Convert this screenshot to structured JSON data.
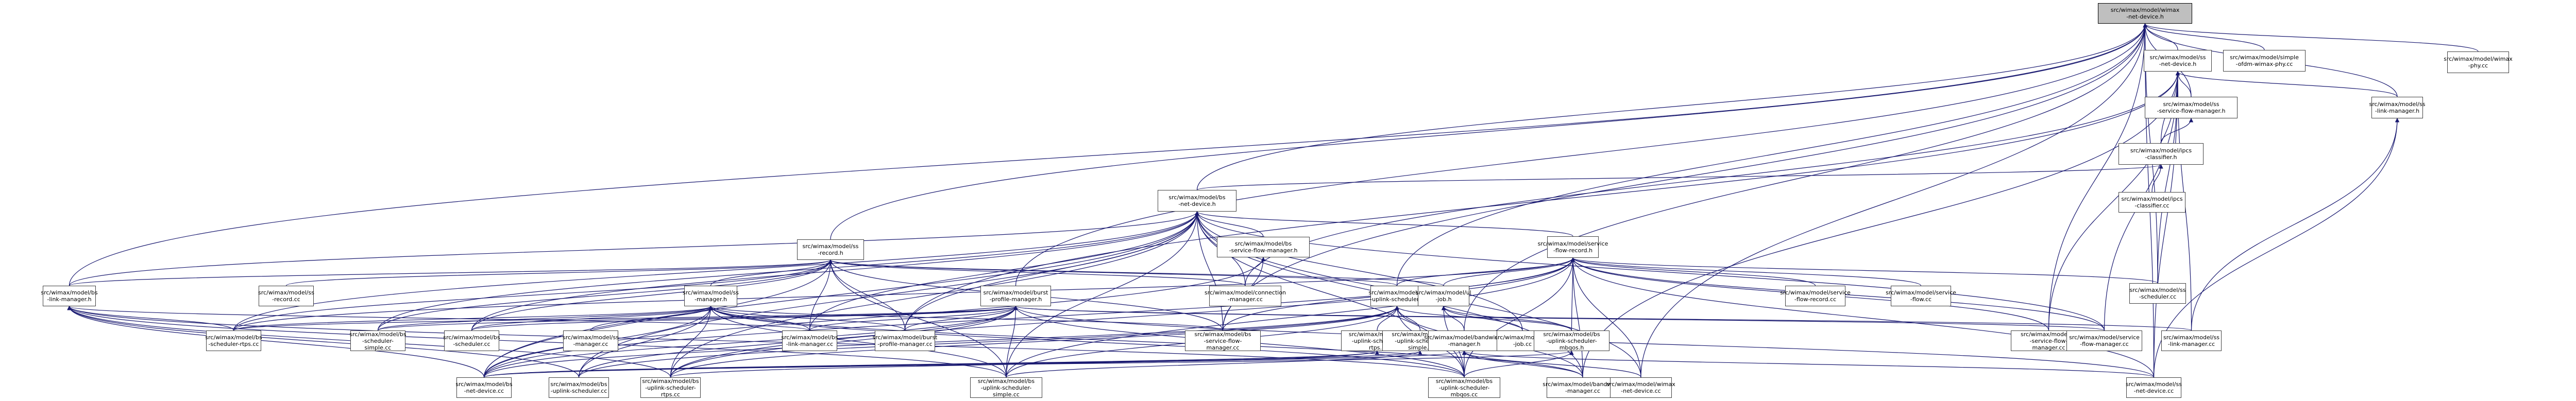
{
  "graph": {
    "title": "Include dependency graph for src/wimax/model/wimax-net-device.h",
    "edge_color": "#191970",
    "root_fill": "#bfbfbf",
    "nodes": [
      {
        "id": "root",
        "label": "src/wimax/model/wimax\n-net-device.h",
        "root": true
      },
      {
        "id": "ssnd_h",
        "label": "src/wimax/model/ss\n-net-device.h"
      },
      {
        "id": "simple_phy",
        "label": "src/wimax/model/simple\n-ofdm-wimax-phy.cc"
      },
      {
        "id": "wimax_phy",
        "label": "src/wimax/model/wimax\n-phy.cc"
      },
      {
        "id": "ss_sfm_h",
        "label": "src/wimax/model/ss\n-service-flow-manager.h"
      },
      {
        "id": "ss_lm_h",
        "label": "src/wimax/model/ss\n-link-manager.h"
      },
      {
        "id": "ipcs_h",
        "label": "src/wimax/model/ipcs\n-classifier.h"
      },
      {
        "id": "ipcs_cc",
        "label": "src/wimax/model/ipcs\n-classifier.cc"
      },
      {
        "id": "bsnd_h",
        "label": "src/wimax/model/bs\n-net-device.h"
      },
      {
        "id": "bs_sfm_h",
        "label": "src/wimax/model/bs\n-service-flow-manager.h"
      },
      {
        "id": "ss_record_h",
        "label": "src/wimax/model/ss\n-record.h"
      },
      {
        "id": "sfr_h",
        "label": "src/wimax/model/service\n-flow-record.h"
      },
      {
        "id": "bs_lm_h",
        "label": "src/wimax/model/bs\n-link-manager.h"
      },
      {
        "id": "ss_record_cc",
        "label": "src/wimax/model/ss\n-record.cc"
      },
      {
        "id": "ss_manager_h",
        "label": "src/wimax/model/ss\n-manager.h"
      },
      {
        "id": "bpm_h",
        "label": "src/wimax/model/burst\n-profile-manager.h"
      },
      {
        "id": "conn_mgr_cc",
        "label": "src/wimax/model/connection\n-manager.cc"
      },
      {
        "id": "bs_us_h",
        "label": "src/wimax/model/bs\n-uplink-scheduler.h"
      },
      {
        "id": "ul_job_h",
        "label": "src/wimax/model/ul\n-job.h"
      },
      {
        "id": "sfr_cc",
        "label": "src/wimax/model/service\n-flow-record.cc"
      },
      {
        "id": "sf_cc",
        "label": "src/wimax/model/service\n-flow.cc"
      },
      {
        "id": "ss_sched_cc",
        "label": "src/wimax/model/ss\n-scheduler.cc"
      },
      {
        "id": "bs_sched_rtps_cc",
        "label": "src/wimax/model/bs\n-scheduler-rtps.cc"
      },
      {
        "id": "bs_sched_simple_cc",
        "label": "src/wimax/model/bs\n-scheduler-simple.cc"
      },
      {
        "id": "bs_sched_cc",
        "label": "src/wimax/model/bs\n-scheduler.cc"
      },
      {
        "id": "ss_manager_cc",
        "label": "src/wimax/model/ss\n-manager.cc"
      },
      {
        "id": "bs_lm_cc",
        "label": "src/wimax/model/bs\n-link-manager.cc"
      },
      {
        "id": "bpm_cc",
        "label": "src/wimax/model/burst\n-profile-manager.cc"
      },
      {
        "id": "bs_sfm_cc",
        "label": "src/wimax/model/bs\n-service-flow-manager.cc"
      },
      {
        "id": "bs_us_rtps_h",
        "label": "src/wimax/model/bs\n-uplink-scheduler-rtps.h"
      },
      {
        "id": "bs_us_simple_h",
        "label": "src/wimax/model/bs\n-uplink-scheduler-simple.h"
      },
      {
        "id": "bw_mgr_h",
        "label": "src/wimax/model/bandwidth\n-manager.h"
      },
      {
        "id": "ul_job_cc",
        "label": "src/wimax/model/ul\n-job.cc"
      },
      {
        "id": "bs_us_mbqos_h",
        "label": "src/wimax/model/bs\n-uplink-scheduler-mbqos.h"
      },
      {
        "id": "ss_sfm_cc",
        "label": "src/wimax/model/ss\n-service-flow-manager.cc"
      },
      {
        "id": "sfm_cc",
        "label": "src/wimax/model/service\n-flow-manager.cc"
      },
      {
        "id": "ss_lm_cc",
        "label": "src/wimax/model/ss\n-link-manager.cc"
      },
      {
        "id": "bsnd_cc",
        "label": "src/wimax/model/bs\n-net-device.cc"
      },
      {
        "id": "bs_us_cc",
        "label": "src/wimax/model/bs\n-uplink-scheduler.cc"
      },
      {
        "id": "bs_us_rtps_cc",
        "label": "src/wimax/model/bs\n-uplink-scheduler-rtps.cc"
      },
      {
        "id": "bs_us_simple_cc",
        "label": "src/wimax/model/bs\n-uplink-scheduler-simple.cc"
      },
      {
        "id": "bs_us_mbqos_cc",
        "label": "src/wimax/model/bs\n-uplink-scheduler-mbqos.cc"
      },
      {
        "id": "bw_mgr_cc",
        "label": "src/wimax/model/bandwidth\n-manager.cc"
      },
      {
        "id": "wimax_nd_cc",
        "label": "src/wimax/model/wimax\n-net-device.cc"
      },
      {
        "id": "ssnd_cc",
        "label": "src/wimax/model/ss\n-net-device.cc"
      }
    ],
    "edges": [
      [
        "ssnd_h",
        "root"
      ],
      [
        "simple_phy",
        "root"
      ],
      [
        "wimax_phy",
        "root"
      ],
      [
        "bsnd_h",
        "root"
      ],
      [
        "ss_record_h",
        "root"
      ],
      [
        "bs_lm_h",
        "root"
      ],
      [
        "bpm_h",
        "root"
      ],
      [
        "bs_us_h",
        "root"
      ],
      [
        "ss_lm_h",
        "root"
      ],
      [
        "ss_sfm_h",
        "root"
      ],
      [
        "ssnd_cc",
        "root"
      ],
      [
        "wimax_nd_cc",
        "root"
      ],
      [
        "bs_sfm_cc",
        "root"
      ],
      [
        "ss_sched_cc",
        "root"
      ],
      [
        "ss_sfm_cc",
        "root"
      ],
      [
        "bw_mgr_h",
        "root"
      ],
      [
        "ss_sfm_h",
        "ssnd_h"
      ],
      [
        "ipcs_h",
        "ssnd_h"
      ],
      [
        "ss_lm_h",
        "ssnd_h"
      ],
      [
        "bpm_cc",
        "ssnd_h"
      ],
      [
        "sfm_cc",
        "ssnd_h"
      ],
      [
        "ss_sfm_cc",
        "ssnd_h"
      ],
      [
        "ss_lm_cc",
        "ssnd_h"
      ],
      [
        "ssnd_cc",
        "ssnd_h"
      ],
      [
        "ss_sched_cc",
        "ssnd_h"
      ],
      [
        "bw_mgr_cc",
        "ssnd_h"
      ],
      [
        "conn_mgr_cc",
        "ssnd_h"
      ],
      [
        "ipcs_h",
        "ss_sfm_h"
      ],
      [
        "ipcs_cc",
        "ipcs_h"
      ],
      [
        "bsnd_h",
        "ipcs_h"
      ],
      [
        "ss_lm_cc",
        "ss_lm_h"
      ],
      [
        "ssnd_cc",
        "ss_lm_h"
      ],
      [
        "bs_sfm_h",
        "bsnd_h"
      ],
      [
        "sfr_h",
        "bsnd_h"
      ],
      [
        "bs_lm_h",
        "bsnd_h"
      ],
      [
        "bs_lm_cc",
        "bsnd_h"
      ],
      [
        "bpm_cc",
        "bsnd_h"
      ],
      [
        "bs_sched_rtps_cc",
        "bsnd_h"
      ],
      [
        "bs_sched_simple_cc",
        "bsnd_h"
      ],
      [
        "bs_sched_cc",
        "bsnd_h"
      ],
      [
        "bsnd_cc",
        "bsnd_h"
      ],
      [
        "bs_us_cc",
        "bsnd_h"
      ],
      [
        "bs_us_rtps_cc",
        "bsnd_h"
      ],
      [
        "bs_us_simple_cc",
        "bsnd_h"
      ],
      [
        "bs_us_mbqos_cc",
        "bsnd_h"
      ],
      [
        "bs_sfm_cc",
        "bsnd_h"
      ],
      [
        "sfm_cc",
        "bsnd_h"
      ],
      [
        "bw_mgr_cc",
        "bsnd_h"
      ],
      [
        "conn_mgr_cc",
        "bsnd_h"
      ],
      [
        "ul_job_cc",
        "bsnd_h"
      ],
      [
        "wimax_nd_cc",
        "bsnd_h"
      ],
      [
        "ss_record_cc",
        "ss_record_h"
      ],
      [
        "ss_manager_h",
        "ss_record_h"
      ],
      [
        "bs_us_h",
        "ss_record_h"
      ],
      [
        "bs_lm_h",
        "ss_record_h"
      ],
      [
        "ul_job_h",
        "ss_record_h"
      ],
      [
        "bpm_cc",
        "ss_record_h"
      ],
      [
        "bs_sched_rtps_cc",
        "ss_record_h"
      ],
      [
        "bs_sched_simple_cc",
        "ss_record_h"
      ],
      [
        "bs_sched_cc",
        "ss_record_h"
      ],
      [
        "bs_lm_cc",
        "ss_record_h"
      ],
      [
        "bsnd_cc",
        "ss_record_h"
      ],
      [
        "bs_us_simple_cc",
        "ss_record_h"
      ],
      [
        "bs_sfm_cc",
        "ss_record_h"
      ],
      [
        "conn_mgr_cc",
        "ss_record_h"
      ],
      [
        "bs_us_h",
        "sfr_h"
      ],
      [
        "ul_job_h",
        "sfr_h"
      ],
      [
        "sfr_cc",
        "sfr_h"
      ],
      [
        "sf_cc",
        "sfr_h"
      ],
      [
        "ss_sched_cc",
        "sfr_h"
      ],
      [
        "bs_sfm_cc",
        "sfr_h"
      ],
      [
        "bs_us_mbqos_h",
        "sfr_h"
      ],
      [
        "ss_sfm_cc",
        "sfr_h"
      ],
      [
        "sfm_cc",
        "sfr_h"
      ],
      [
        "bsnd_cc",
        "sfr_h"
      ],
      [
        "bs_sched_rtps_cc",
        "sfr_h"
      ],
      [
        "bs_us_rtps_cc",
        "sfr_h"
      ],
      [
        "bs_us_simple_cc",
        "sfr_h"
      ],
      [
        "bs_us_mbqos_cc",
        "sfr_h"
      ],
      [
        "bw_mgr_cc",
        "sfr_h"
      ],
      [
        "wimax_nd_cc",
        "sfr_h"
      ],
      [
        "ssnd_cc",
        "sfr_h"
      ],
      [
        "bs_sched_rtps_cc",
        "bs_lm_h"
      ],
      [
        "bs_lm_cc",
        "bs_lm_h"
      ],
      [
        "bsnd_cc",
        "bs_lm_h"
      ],
      [
        "bs_us_cc",
        "bs_lm_h"
      ],
      [
        "bs_us_rtps_cc",
        "bs_lm_h"
      ],
      [
        "bs_us_simple_cc",
        "bs_lm_h"
      ],
      [
        "bs_us_mbqos_cc",
        "bs_lm_h"
      ],
      [
        "bs_sched_rtps_cc",
        "ss_manager_h"
      ],
      [
        "bs_sched_simple_cc",
        "ss_manager_h"
      ],
      [
        "bs_sched_cc",
        "ss_manager_h"
      ],
      [
        "ss_manager_cc",
        "ss_manager_h"
      ],
      [
        "bs_lm_cc",
        "ss_manager_h"
      ],
      [
        "bpm_cc",
        "ss_manager_h"
      ],
      [
        "bsnd_cc",
        "ss_manager_h"
      ],
      [
        "bs_us_cc",
        "ss_manager_h"
      ],
      [
        "bs_us_rtps_cc",
        "ss_manager_h"
      ],
      [
        "bs_us_simple_cc",
        "ss_manager_h"
      ],
      [
        "bs_us_mbqos_cc",
        "ss_manager_h"
      ],
      [
        "bs_sfm_cc",
        "ss_manager_h"
      ],
      [
        "bw_mgr_cc",
        "ss_manager_h"
      ],
      [
        "bs_sched_rtps_cc",
        "bpm_h"
      ],
      [
        "bs_sched_simple_cc",
        "bpm_h"
      ],
      [
        "bs_sched_cc",
        "bpm_h"
      ],
      [
        "bs_lm_cc",
        "bpm_h"
      ],
      [
        "bpm_cc",
        "bpm_h"
      ],
      [
        "bsnd_cc",
        "bpm_h"
      ],
      [
        "bs_us_cc",
        "bpm_h"
      ],
      [
        "bs_us_rtps_cc",
        "bpm_h"
      ],
      [
        "bs_us_simple_cc",
        "bpm_h"
      ],
      [
        "bs_us_mbqos_cc",
        "bpm_h"
      ],
      [
        "ssnd_cc",
        "bpm_h"
      ],
      [
        "ss_lm_cc",
        "bpm_h"
      ],
      [
        "sfm_cc",
        "bpm_h"
      ],
      [
        "bs_us_rtps_h",
        "bs_us_h"
      ],
      [
        "bs_us_simple_h",
        "bs_us_h"
      ],
      [
        "bs_us_mbqos_h",
        "bs_us_h"
      ],
      [
        "bsnd_cc",
        "bs_us_h"
      ],
      [
        "bs_us_cc",
        "bs_us_h"
      ],
      [
        "bs_us_rtps_cc",
        "bs_us_h"
      ],
      [
        "bs_us_simple_cc",
        "bs_us_h"
      ],
      [
        "bs_us_mbqos_cc",
        "bs_us_h"
      ],
      [
        "bw_mgr_cc",
        "bs_us_h"
      ],
      [
        "bw_mgr_h",
        "ul_job_h"
      ],
      [
        "ul_job_cc",
        "ul_job_h"
      ],
      [
        "bs_us_mbqos_h",
        "ul_job_h"
      ],
      [
        "bs_us_mbqos_cc",
        "ul_job_h"
      ],
      [
        "bs_us_rtps_cc",
        "bs_us_rtps_h"
      ],
      [
        "bsnd_cc",
        "bs_us_rtps_h"
      ],
      [
        "bs_us_simple_cc",
        "bs_us_simple_h"
      ],
      [
        "bsnd_cc",
        "bs_us_simple_h"
      ],
      [
        "bs_us_mbqos_cc",
        "bs_us_mbqos_h"
      ],
      [
        "bsnd_cc",
        "bs_us_mbqos_h"
      ],
      [
        "bw_mgr_cc",
        "bw_mgr_h"
      ],
      [
        "bs_us_mbqos_cc",
        "bw_mgr_h"
      ],
      [
        "wimax_nd_cc",
        "bw_mgr_h"
      ],
      [
        "ssnd_cc",
        "bw_mgr_h"
      ],
      [
        "bsnd_cc",
        "bw_mgr_h"
      ],
      [
        "bs_sfm_cc",
        "bs_sfm_h"
      ],
      [
        "bsnd_cc",
        "bs_sfm_h"
      ]
    ]
  }
}
